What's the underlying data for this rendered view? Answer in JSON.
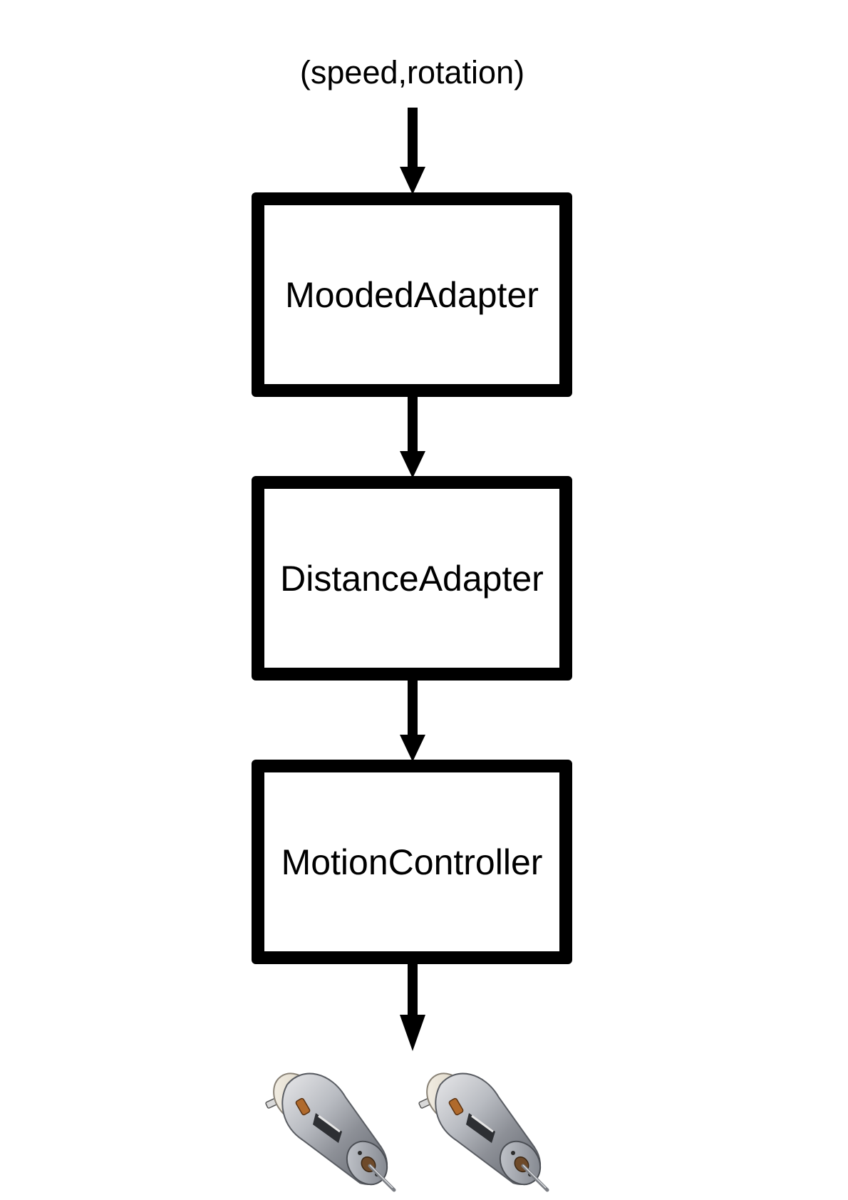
{
  "diagram": {
    "input_label": "(speed,rotation)",
    "blocks": [
      {
        "label": "MoodedAdapter"
      },
      {
        "label": "DistanceAdapter"
      },
      {
        "label": "MotionController"
      }
    ],
    "outputs": [
      {
        "icon": "dc-motor-icon"
      },
      {
        "icon": "dc-motor-icon"
      }
    ],
    "colors": {
      "line": "#000000",
      "background": "#ffffff"
    }
  }
}
